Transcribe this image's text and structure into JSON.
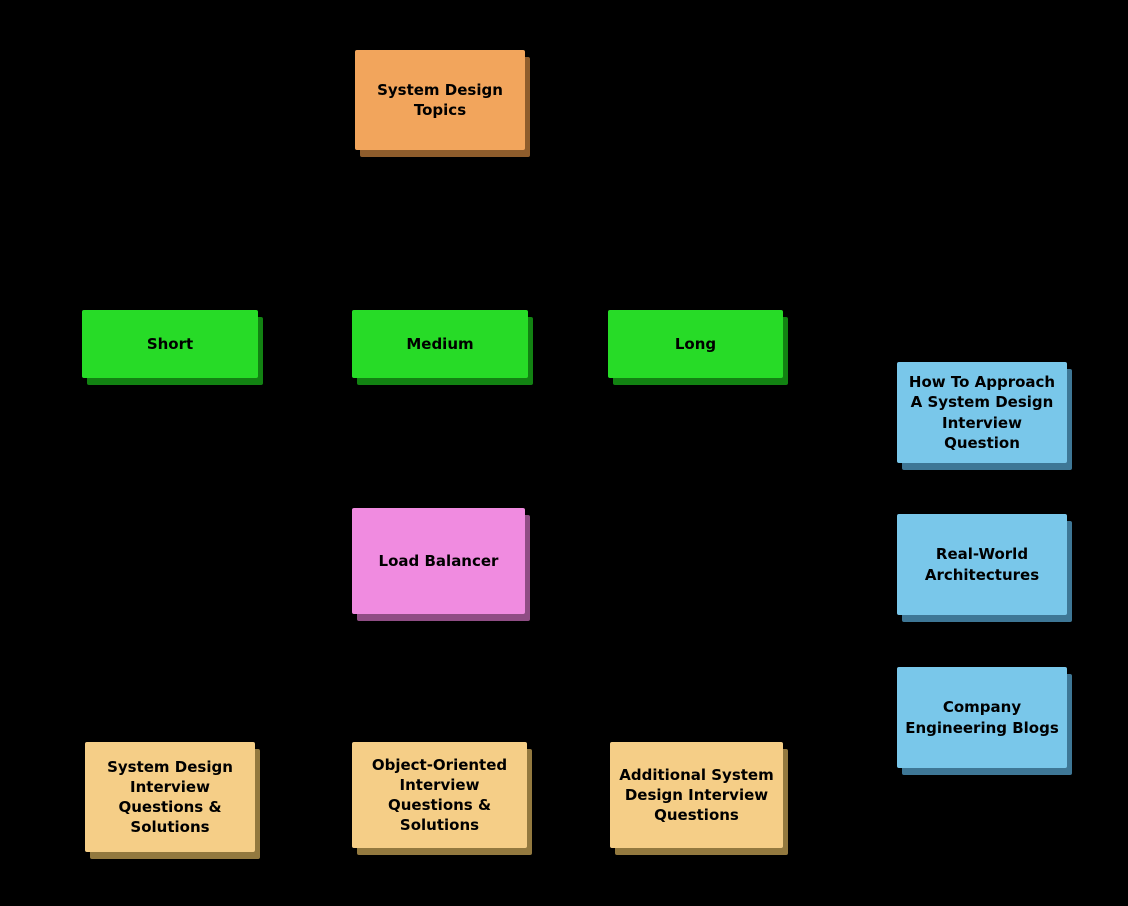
{
  "diagram": {
    "title": "System Design Topics mind map",
    "background_color": "#000000",
    "text_color": "#000000",
    "palette": {
      "root": "#F2A55C",
      "level": "#27DB27",
      "component": "#F08BE0",
      "resource": "#79C7EA",
      "questions": "#F5CE87"
    },
    "nodes": [
      {
        "id": "system-design-topics",
        "type": "root",
        "label": "System Design Topics"
      },
      {
        "id": "short",
        "type": "level",
        "label": "Short"
      },
      {
        "id": "medium",
        "type": "level",
        "label": "Medium"
      },
      {
        "id": "long",
        "type": "level",
        "label": "Long"
      },
      {
        "id": "load-balancer",
        "type": "component",
        "label": "Load Balancer"
      },
      {
        "id": "how-to-approach",
        "type": "resource",
        "label": "How To Approach A System Design Interview Question"
      },
      {
        "id": "real-world-architectures",
        "type": "resource",
        "label": "Real-World Architectures"
      },
      {
        "id": "company-engineering-blogs",
        "type": "resource",
        "label": "Company Engineering Blogs"
      },
      {
        "id": "system-design-interview-questions",
        "type": "questions",
        "label": "System Design Interview Questions & Solutions"
      },
      {
        "id": "object-oriented-interview-questions",
        "type": "questions",
        "label": "Object-Oriented Interview Questions & Solutions"
      },
      {
        "id": "additional-system-design-questions",
        "type": "questions",
        "label": "Additional System Design Interview Questions"
      }
    ]
  }
}
